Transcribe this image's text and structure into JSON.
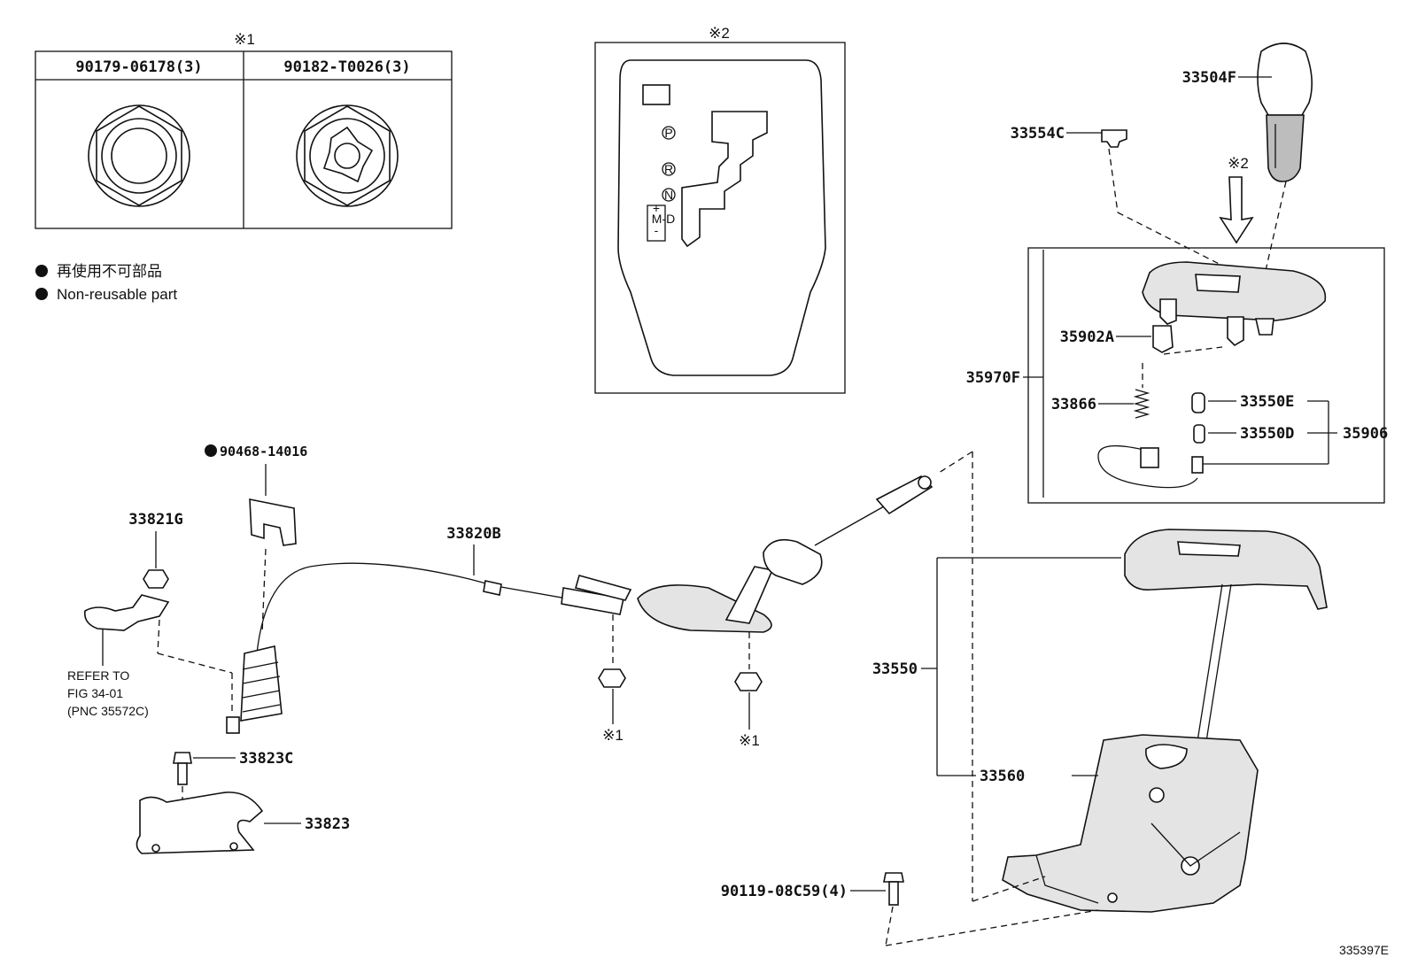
{
  "inset1": {
    "mark": "※1",
    "col1_label": "90179-06178(3)",
    "col2_label": "90182-T0026(3)"
  },
  "inset2": {
    "mark": "※2",
    "gate_letters": [
      "P",
      "R",
      "N",
      "+",
      "M-D",
      "-"
    ]
  },
  "legend": {
    "line_jp": "再使用不可部品",
    "line_en": "Non-reusable part"
  },
  "parts": {
    "p33504F": "33504F",
    "p33554C": "33554C",
    "mark2_arrow": "※2",
    "p35902A": "35902A",
    "p35970F": "35970F",
    "p33866": "33866",
    "p33550E": "33550E",
    "p33550D": "33550D",
    "p35906": "35906",
    "p90468": "90468-14016",
    "p33821G": "33821G",
    "p33820B": "33820B",
    "p33550": "33550",
    "p33560": "33560",
    "p33823C": "33823C",
    "p33823": "33823",
    "p90119": "90119-08C59(4)",
    "mark1_a": "※1",
    "mark1_b": "※1"
  },
  "refer": {
    "line1": "REFER TO",
    "line2": "FIG 34-01",
    "line3": "(PNC 35572C)"
  },
  "figure_id": "335397E"
}
